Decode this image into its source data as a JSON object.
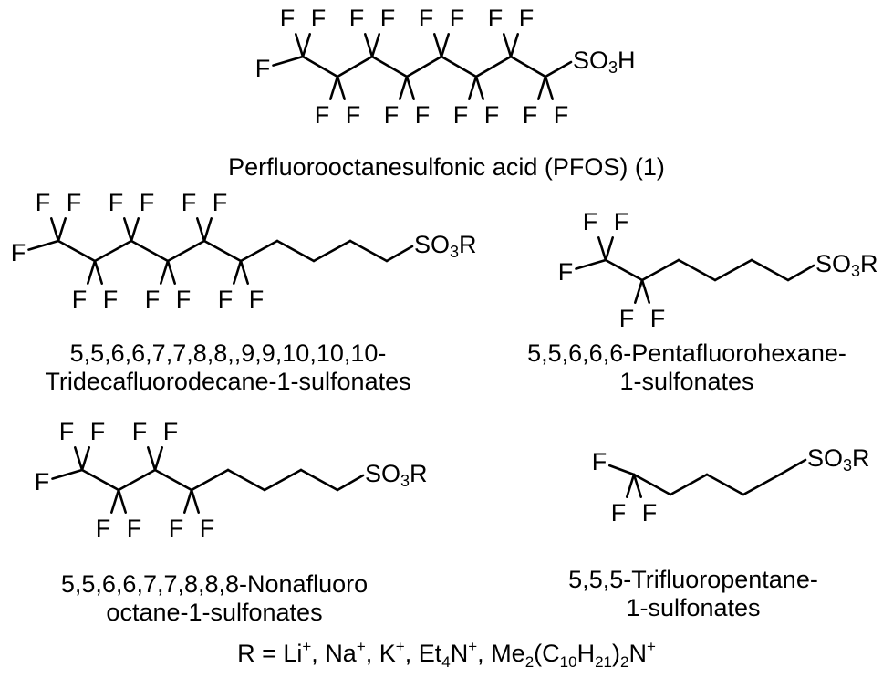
{
  "atoms": {
    "fluorine": "F",
    "sulfonic_acid": "SO3H",
    "sulfonate": "SO3R",
    "sulfonate_parts": {
      "base": "SO",
      "subscript": "3",
      "tail": "R"
    },
    "acid_parts": {
      "base": "SO",
      "subscript": "3",
      "tail": "H"
    }
  },
  "compounds": [
    {
      "id": "pfos",
      "caption_lines": [
        "Perfluorooctanesulfonic acid (PFOS) (1)"
      ]
    },
    {
      "id": "c10",
      "caption_lines": [
        "5,5,6,6,7,7,8,8,,9,9,10,10,10-",
        "Tridecafluorodecane-1-sulfonates"
      ]
    },
    {
      "id": "c6",
      "caption_lines": [
        "5,5,6,6,6-Pentafluorohexane-",
        "1-sulfonates"
      ]
    },
    {
      "id": "c8",
      "caption_lines": [
        "5,5,6,6,7,7,8,8,8-Nonafluoro",
        "octane-1-sulfonates"
      ]
    },
    {
      "id": "c5",
      "caption_lines": [
        "5,5,5-Trifluoropentane-",
        "1-sulfonates"
      ]
    }
  ],
  "r_definition": {
    "prefix": "R = ",
    "ions": [
      {
        "name": "lithium",
        "text": "Li",
        "charge": "+"
      },
      {
        "name": "sodium",
        "text": "Na",
        "charge": "+"
      },
      {
        "name": "potassium",
        "text": "K",
        "charge": "+"
      },
      {
        "name": "tetraethylammonium",
        "parts": [
          "Et",
          "4",
          "N"
        ],
        "charge": "+"
      },
      {
        "name": "dimethyldidecylammonium",
        "parts": [
          "Me",
          "2",
          "(C",
          "10",
          "H",
          "21",
          ")",
          "2",
          "N"
        ],
        "charge": "+"
      }
    ]
  }
}
